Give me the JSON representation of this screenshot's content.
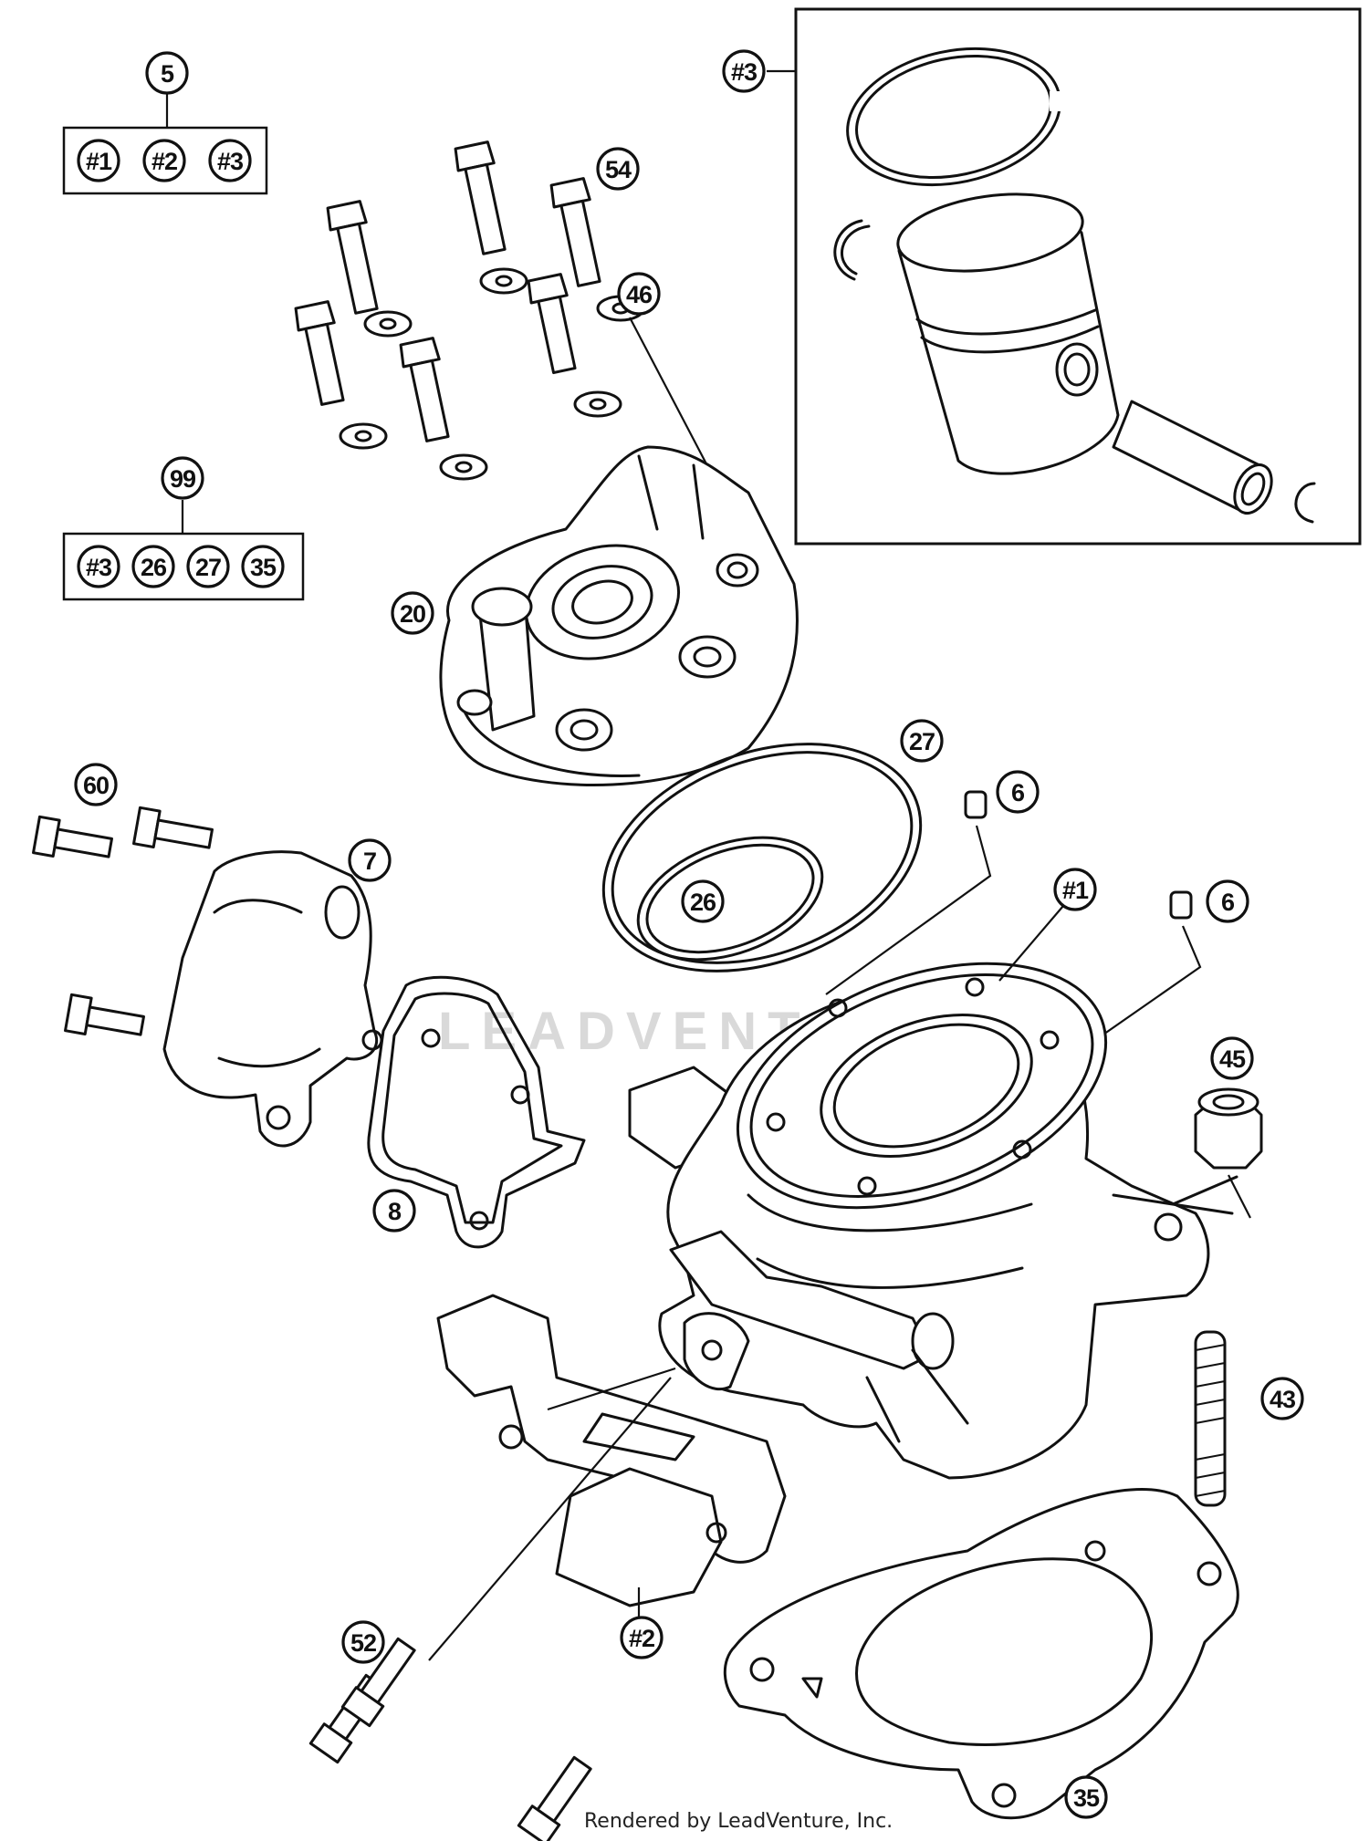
{
  "callouts": {
    "kit5": "5",
    "kit5_item1": "#1",
    "kit5_item2": "#2",
    "kit5_item3": "#3",
    "kit99": "99",
    "kit99_item1": "#3",
    "kit99_item2": "26",
    "kit99_item3": "27",
    "kit99_item4": "35",
    "piston_kit": "#3",
    "screw_54": "54",
    "washer_46": "46",
    "head_20": "20",
    "oring_27": "27",
    "oring_26": "26",
    "dowel_6a": "6",
    "dowel_6b": "6",
    "bolt_60": "60",
    "cover_7": "7",
    "gasket_8": "8",
    "cylinder_1": "#1",
    "nut_45": "45",
    "stud_43": "43",
    "exhaust_valve_2": "#2",
    "screw_52": "52",
    "base_gasket_35": "35"
  },
  "watermark": "LEADVENTURE",
  "credit": "Rendered by LeadVenture, Inc."
}
